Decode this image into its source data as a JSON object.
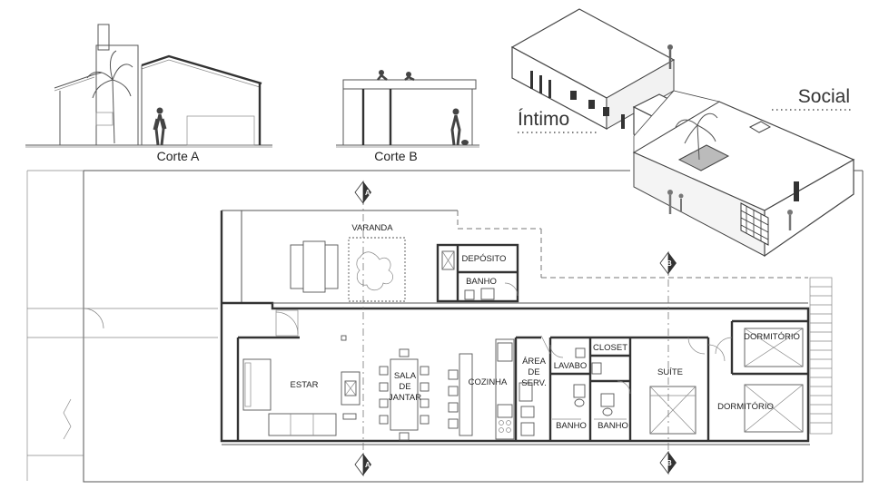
{
  "sections": {
    "a_caption": "Corte A",
    "b_caption": "Corte B",
    "marker_a": "A",
    "marker_b": "B"
  },
  "isometric": {
    "social_label": "Social",
    "intimo_label": "Íntimo"
  },
  "rooms": {
    "varanda": "VARANDA",
    "deposito": "DEPÓSITO",
    "banho_top": "BANHO",
    "estar": "ESTAR",
    "sala_l1": "SALA",
    "sala_l2": "DE",
    "sala_l3": "JANTAR",
    "cozinha": "COZINHA",
    "area_l1": "ÁREA",
    "area_l2": "DE",
    "area_l3": "SERV.",
    "lavabo": "LAVABO",
    "closet": "CLOSET",
    "suite": "SUÍTE",
    "banho_left": "BANHO",
    "banho_right": "BANHO",
    "dormitorio_top": "DORMITÓRIO",
    "dormitorio_bottom": "DORMITÓRIO"
  },
  "colors": {
    "wall": "#333333",
    "marker": "#333333",
    "dotted_leader": "#555555"
  }
}
